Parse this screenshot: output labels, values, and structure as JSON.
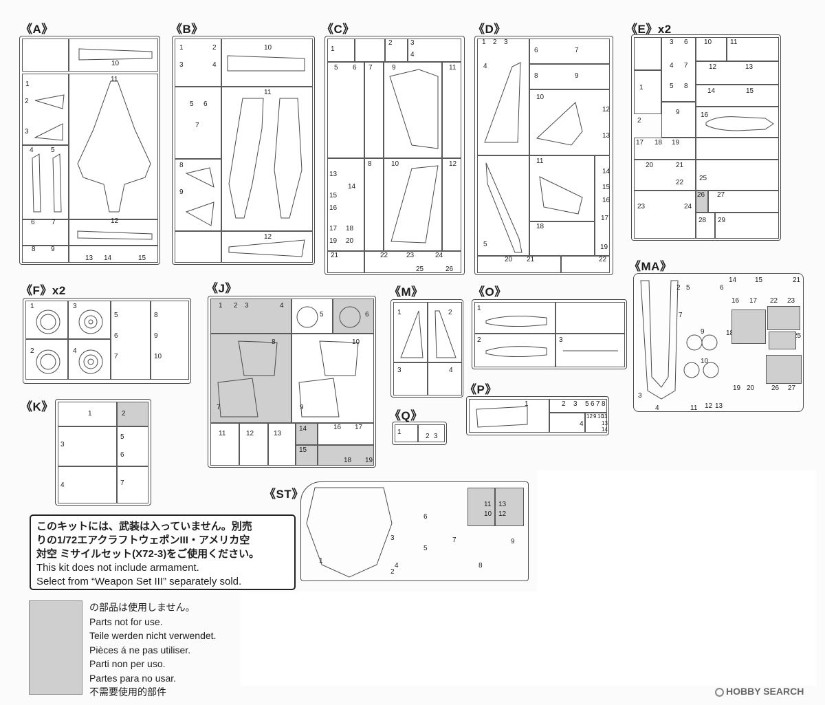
{
  "sprues": {
    "A": "《A》",
    "B": "《B》",
    "C": "《C》",
    "D": "《D》",
    "E": "《E》x2",
    "F": "《F》x2",
    "J": "《J》",
    "M": "《M》",
    "O": "《O》",
    "MA": "《MA》",
    "K": "《K》",
    "P": "《P》",
    "Q": "《Q》",
    "ST": "《ST》"
  },
  "parts": {
    "A": [
      "10",
      "11",
      "1",
      "2",
      "3",
      "4",
      "5",
      "6",
      "7",
      "8",
      "9",
      "12",
      "13",
      "14",
      "15"
    ],
    "B": [
      "1",
      "2",
      "3",
      "4",
      "10",
      "5",
      "6",
      "11",
      "7",
      "8",
      "9",
      "12"
    ],
    "C": [
      "1",
      "2",
      "3",
      "4",
      "5",
      "6",
      "7",
      "9",
      "11",
      "13",
      "14",
      "15",
      "16",
      "17",
      "18",
      "19",
      "20",
      "8",
      "10",
      "12",
      "21",
      "22",
      "23",
      "24",
      "25",
      "26"
    ],
    "D": [
      "1",
      "2",
      "3",
      "6",
      "7",
      "4",
      "8",
      "9",
      "10",
      "12",
      "13",
      "11",
      "14",
      "15",
      "16",
      "17",
      "18",
      "19",
      "5",
      "20",
      "21",
      "22"
    ],
    "E": [
      "3",
      "6",
      "10",
      "11",
      "1",
      "4",
      "7",
      "12",
      "13",
      "5",
      "8",
      "14",
      "15",
      "9",
      "2",
      "16",
      "17",
      "18",
      "19",
      "20",
      "21",
      "22",
      "25",
      "26",
      "27",
      "23",
      "24",
      "28",
      "29"
    ],
    "F": [
      "1",
      "3",
      "5",
      "8",
      "6",
      "9",
      "2",
      "4",
      "7",
      "10"
    ],
    "J": [
      "1",
      "2",
      "3",
      "4",
      "5",
      "6",
      "8",
      "7",
      "10",
      "9",
      "11",
      "12",
      "13",
      "14",
      "15",
      "16",
      "17",
      "18",
      "19"
    ],
    "M": [
      "1",
      "2",
      "3",
      "4"
    ],
    "O": [
      "1",
      "2",
      "3"
    ],
    "MA": [
      "2",
      "5",
      "14",
      "15",
      "21",
      "6",
      "16",
      "17",
      "22",
      "23",
      "7",
      "18",
      "24",
      "25",
      "9",
      "10",
      "19",
      "20",
      "26",
      "27",
      "3",
      "4",
      "11",
      "12",
      "13"
    ],
    "K": [
      "1",
      "2",
      "3",
      "5",
      "6",
      "4",
      "7"
    ],
    "P": [
      "1",
      "2",
      "3",
      "5",
      "6",
      "7",
      "8",
      "4",
      "12",
      "9",
      "10",
      "11",
      "13",
      "14"
    ],
    "Q": [
      "1",
      "2",
      "3"
    ],
    "ST": [
      "11",
      "13",
      "10",
      "12",
      "6",
      "3",
      "7",
      "9",
      "5",
      "1",
      "4",
      "2",
      "8"
    ]
  },
  "note": {
    "jp_line1": "このキットには、武装は入っていません。別売",
    "jp_line2": "りの1/72エアクラフトウェポンIII・アメリカ空",
    "jp_line3": "対空 ミサイルセット(X72-3)をご使用ください。",
    "en_line1": "This kit does not include armament.",
    "en_line2": "Select from “Weapon Set III” separately sold."
  },
  "legend": {
    "jp": "の部品は使用しません。",
    "en": "Parts not for use.",
    "de": "Teile werden nicht verwendet.",
    "fr": "Pièces á ne pas utiliser.",
    "it": "Parti non per uso.",
    "es": "Partes para no usar.",
    "zh": "不需要使用的部件"
  },
  "watermark": "HOBBY SEARCH",
  "colors": {
    "unused_parts": "#cfcfcf",
    "line": "#4a4a4a"
  }
}
